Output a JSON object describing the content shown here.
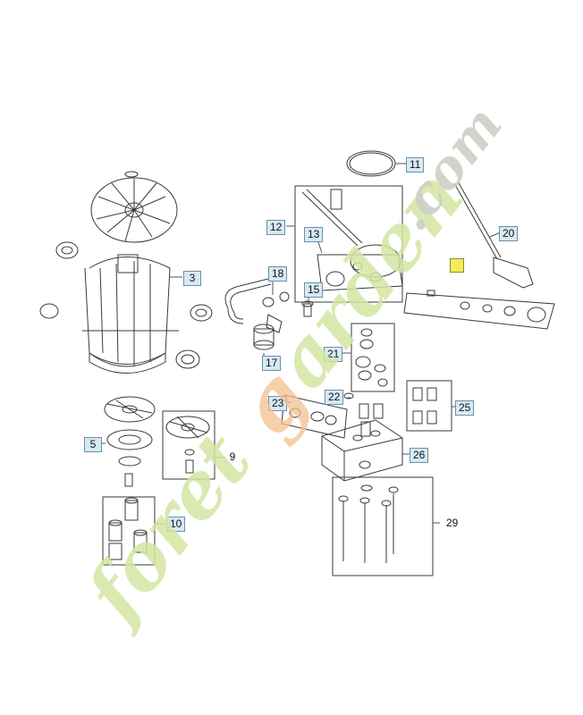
{
  "callouts": {
    "c3": "3",
    "c5": "5",
    "c9": "9",
    "c10": "10",
    "c11": "11",
    "c12": "12",
    "c13": "13",
    "c15": "15",
    "c17": "17",
    "c18": "18",
    "c20": "20",
    "c21": "21",
    "c22": "22",
    "c23": "23",
    "c25": "25",
    "c26": "26",
    "c29": "29"
  },
  "watermark": {
    "part1": "foretgarden",
    "part2": ".com",
    "colors": {
      "green": "#d4e6a3",
      "orange": "#f3c08f",
      "gray": "#cfcfc7"
    }
  },
  "colors": {
    "line": "#3a3a3a",
    "highlight": "#f2ec5a",
    "callout_fill": "#d6eaf6"
  }
}
